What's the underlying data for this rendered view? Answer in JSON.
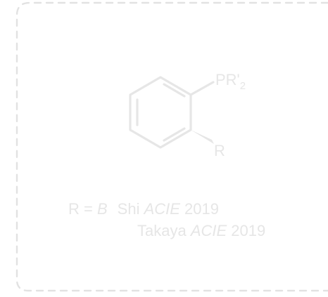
{
  "colors": {
    "ink": "#e6e6e6",
    "border": "#e2e2e2"
  },
  "structure": {
    "substituent_top": "PR'",
    "substituent_top_subscript": "2",
    "substituent_bottom": "R"
  },
  "caption": {
    "r_definition_prefix": "R = ",
    "r_definition_value": "B",
    "ref1_author": "Shi ",
    "ref1_journal": "ACIE",
    "ref1_year": " 2019",
    "ref2_author": "Takaya ",
    "ref2_journal": "ACIE",
    "ref2_year": " 2019"
  }
}
